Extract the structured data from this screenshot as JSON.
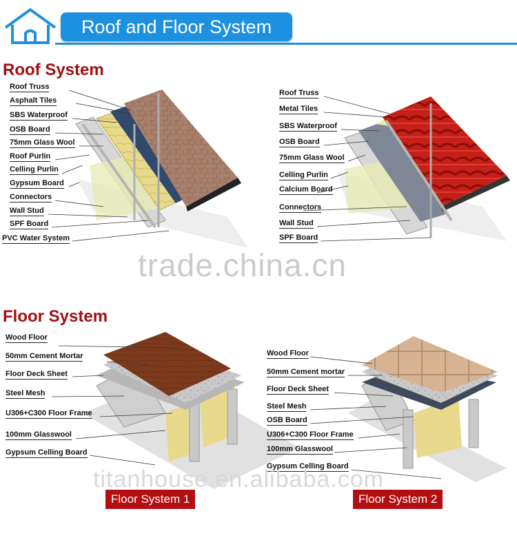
{
  "header": {
    "title": "Roof and Floor System",
    "accent_color": "#1e90e0",
    "icon": "house-icon"
  },
  "roof": {
    "title": "Roof System",
    "left_labels": [
      "Roof Truss",
      "Asphalt   Tiles",
      "SBS Waterproof",
      "OSB Board",
      "75mm Glass Wool",
      "Roof Purlin",
      "Celling Purlin",
      "Gypsum Board",
      "Connectors",
      "Wall Stud",
      "SPF Board",
      "PVC Water System"
    ],
    "right_labels": [
      "Roof Truss",
      "Metal  Tiles",
      "SBS Waterproof",
      "OSB Board",
      "75mm Glass Wool",
      "Celling Purlin",
      "Calcium Board",
      "Connectors",
      "Wall Stud",
      "SPF Board"
    ]
  },
  "floor": {
    "title": "Floor System",
    "left_labels": [
      "Wood Floor",
      "50mm Cement Mortar",
      "Floor Deck Sheet",
      "Steel Mesh",
      "U306+C300 Floor Frame",
      "100mm Glasswool",
      "Gypsum Celling Board"
    ],
    "right_labels": [
      "Wood Floor",
      "50mm Cement mortar",
      "Floor Deck Sheet",
      "Steel Mesh",
      "OSB Board",
      "U306+C300 Floor Frame",
      "100mm Glasswool",
      "Gypsum Celling Board"
    ],
    "caption_left": "Floor System 1",
    "caption_right": "Floor System 2"
  },
  "watermarks": {
    "center": "trade.china.cn",
    "bottom": "titanhouse.en.alibaba.com"
  },
  "colors": {
    "section_title": "#a00f14",
    "caption_bg": "#b30f13"
  }
}
